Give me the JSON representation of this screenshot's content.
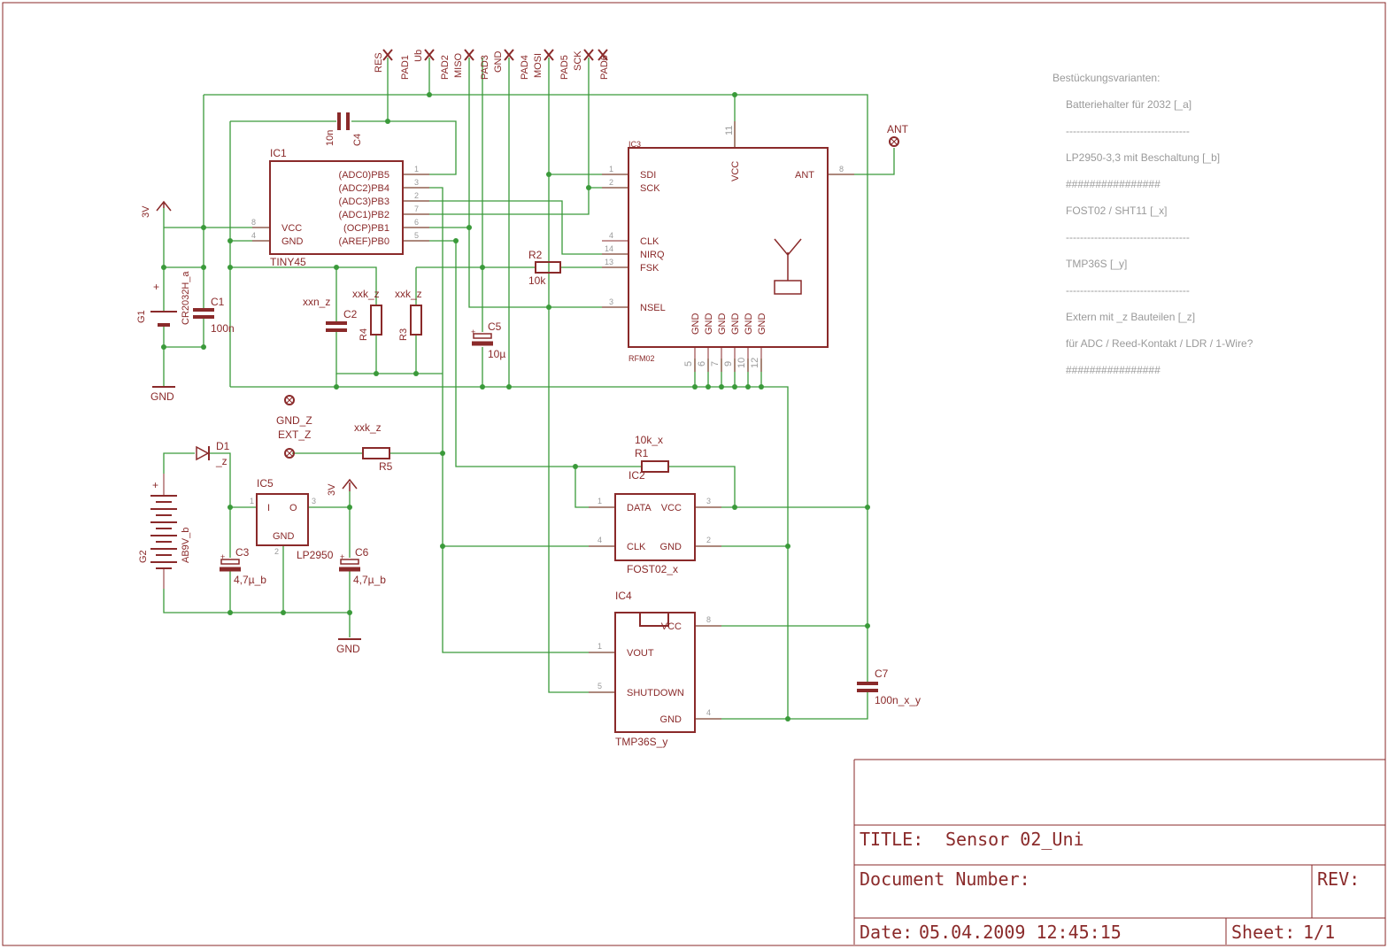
{
  "connector_pads": [
    {
      "name": "RES",
      "pad": ""
    },
    {
      "name": "PAD1",
      "pad": "Ub"
    },
    {
      "name": "PAD2",
      "pad": "MISO"
    },
    {
      "name": "PAD3",
      "pad": "GND"
    },
    {
      "name": "PAD4",
      "pad": "MOSI"
    },
    {
      "name": "PAD5",
      "pad": "SCK"
    },
    {
      "name": "PAD6",
      "pad": ""
    }
  ],
  "ic1": {
    "ref": "IC1",
    "part": "TINY45",
    "left_pins": [
      {
        "num": "8",
        "name": "VCC"
      },
      {
        "num": "4",
        "name": "GND"
      }
    ],
    "right_pins": [
      {
        "num": "1",
        "name": "(ADC0)PB5"
      },
      {
        "num": "3",
        "name": "(ADC2)PB4"
      },
      {
        "num": "2",
        "name": "(ADC3)PB3"
      },
      {
        "num": "7",
        "name": "(ADC1)PB2"
      },
      {
        "num": "6",
        "name": "(OCP)PB1"
      },
      {
        "num": "5",
        "name": "(AREF)PB0"
      }
    ]
  },
  "ic3": {
    "ref": "IC3",
    "part": "RFM02",
    "left_pins": [
      {
        "num": "1",
        "name": "SDI"
      },
      {
        "num": "2",
        "name": "SCK"
      },
      {
        "num": "4",
        "name": "CLK"
      },
      {
        "num": "14",
        "name": "NIRQ"
      },
      {
        "num": "13",
        "name": "FSK"
      },
      {
        "num": "3",
        "name": "NSEL"
      }
    ],
    "vcc_pin": {
      "num": "11",
      "name": "VCC"
    },
    "ant_pin": {
      "num": "8",
      "name": "ANT"
    },
    "gnd_pins": [
      "5",
      "6",
      "7",
      "9",
      "10",
      "12"
    ],
    "gnd_label": "GND"
  },
  "ic2": {
    "ref": "IC2",
    "part": "FOST02_x",
    "pins": [
      {
        "num": "1",
        "name": "DATA"
      },
      {
        "num": "3",
        "name": "VCC"
      },
      {
        "num": "4",
        "name": "CLK"
      },
      {
        "num": "2",
        "name": "GND"
      }
    ]
  },
  "ic4": {
    "ref": "IC4",
    "part": "TMP36S_y",
    "pins": [
      {
        "num": "8",
        "name": "VCC"
      },
      {
        "num": "1",
        "name": "VOUT"
      },
      {
        "num": "5",
        "name": "SHUTDOWN"
      },
      {
        "num": "4",
        "name": "GND"
      }
    ]
  },
  "ic5": {
    "ref": "IC5",
    "part": "LP2950",
    "pins": [
      {
        "num": "1",
        "name": "I"
      },
      {
        "num": "3",
        "name": "O"
      },
      {
        "num": "2",
        "name": "GND"
      }
    ]
  },
  "components": {
    "c4_ref": "C4",
    "c4_val": "10n",
    "c1_ref": "C1",
    "c1_val": "100n",
    "c2_ref": "C2",
    "c2_val": "xxn_z",
    "c3_ref": "C3",
    "c3_val": "4,7µ_b",
    "c5_ref": "C5",
    "c5_val": "10µ",
    "c6_ref": "C6",
    "c6_val": "4,7µ_b",
    "c7_ref": "C7",
    "c7_val": "100n_x_y",
    "r1_ref": "R1",
    "r1_val": "10k_x",
    "r2_ref": "R2",
    "r2_val": "10k",
    "r3_ref": "R3",
    "r3_val": "xxk_z",
    "r4_ref": "R4",
    "r4_val": "xxk_z",
    "r5_ref": "R5",
    "r5_val": "xxk_z",
    "d1_ref": "D1",
    "d1_val": "_z",
    "g1_ref": "G1",
    "g1_val": "CR2032H_a",
    "g2_ref": "G2",
    "g2_val": "AB9V_b",
    "ant": "ANT",
    "gnd_z": "GND_Z",
    "ext_z": "EXT_Z",
    "supply_3v": "3V",
    "gnd": "GND",
    "plus": "+"
  },
  "notes": {
    "title": "Bestückungsvarianten:",
    "lines": [
      "Batteriehalter für 2032 [_a]",
      "-----------------------------------",
      "LP2950-3,3 mit Beschaltung [_b]",
      "################",
      "FOST02 / SHT11 [_x]",
      "-----------------------------------",
      "TMP36S [_y]",
      "-----------------------------------",
      "Extern mit _z Bauteilen [_z]",
      "für ADC / Reed-Kontakt / LDR / 1-Wire?",
      "################"
    ]
  },
  "title_block": {
    "title_label": "TITLE:",
    "title_value": "Sensor 02_Uni",
    "doc_label": "Document Number:",
    "rev_label": "REV:",
    "date_label": "Date:",
    "date_value": "05.04.2009 12:45:15",
    "sheet_label": "Sheet:",
    "sheet_value": "1/1"
  },
  "colors": {
    "symbol": "#8a2a2a",
    "wire": "#3a9a3a",
    "text": "#9a9a9a"
  }
}
